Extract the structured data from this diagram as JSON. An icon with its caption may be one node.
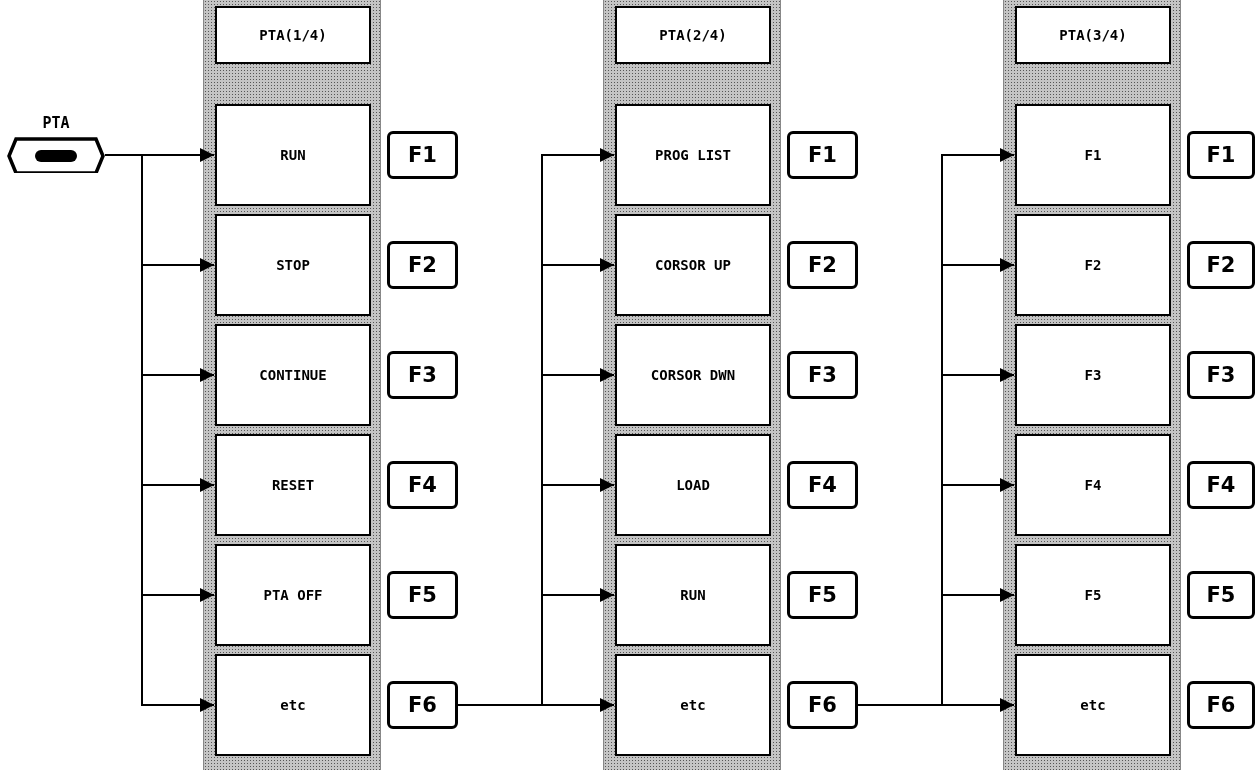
{
  "diagram": {
    "nodes": [
      {
        "text": [
          "PTA"
        ]
      },
      {
        "text": [],
        "shape": "band"
      },
      {
        "text": [
          "PTA(1/4)"
        ],
        "in": 1
      },
      {
        "text": [
          "RUN"
        ],
        "in": 1
      },
      {
        "text": [
          "STOP"
        ],
        "in": 1
      },
      {
        "text": [
          "CONTINUE"
        ],
        "in": 1
      },
      {
        "text": [
          "RESET"
        ],
        "in": 1
      },
      {
        "text": [
          "PTA OFF"
        ],
        "in": 1
      },
      {
        "text": [
          "etc"
        ],
        "in": 1
      },
      {
        "text": [
          "F1"
        ]
      },
      {
        "text": [
          "F2"
        ]
      },
      {
        "text": [
          "F3"
        ]
      },
      {
        "text": [
          "F4"
        ]
      },
      {
        "text": [
          "F5"
        ]
      },
      {
        "text": [
          "F6"
        ]
      },
      {
        "text": [],
        "shape": "band"
      },
      {
        "text": [
          "PTA(2/4)"
        ],
        "in": 15
      },
      {
        "text": [
          "PROG LIST"
        ],
        "in": 15
      },
      {
        "text": [
          "CORSOR UP"
        ],
        "in": 15
      },
      {
        "text": [
          "CORSOR DWN"
        ],
        "in": 15
      },
      {
        "text": [
          "LOAD"
        ],
        "in": 15
      },
      {
        "text": [
          "RUN"
        ],
        "in": 15
      },
      {
        "text": [
          "etc"
        ],
        "in": 15
      },
      {
        "text": [
          "F1"
        ]
      },
      {
        "text": [
          "F2"
        ]
      },
      {
        "text": [
          "F3"
        ]
      },
      {
        "text": [
          "F4"
        ]
      },
      {
        "text": [
          "F5"
        ]
      },
      {
        "text": [
          "F6"
        ]
      },
      {
        "text": [],
        "shape": "band"
      },
      {
        "text": [
          "PTA(3/4)"
        ],
        "in": 29
      },
      {
        "text": [
          "F1"
        ],
        "in": 29
      },
      {
        "text": [
          "F2"
        ],
        "in": 29
      },
      {
        "text": [
          "F3"
        ],
        "in": 29
      },
      {
        "text": [
          "F4"
        ],
        "in": 29
      },
      {
        "text": [
          "F5"
        ],
        "in": 29
      },
      {
        "text": [
          "etc"
        ],
        "in": 29
      },
      {
        "text": [
          "F1"
        ]
      },
      {
        "text": [
          "F2"
        ]
      },
      {
        "text": [
          "F3"
        ]
      },
      {
        "text": [
          "F4"
        ]
      },
      {
        "text": [
          "F5"
        ]
      },
      {
        "text": [
          "F6"
        ]
      }
    ],
    "edges": [
      {
        "from": 0,
        "to": 3,
        "arrow": "to"
      },
      {
        "from": 0,
        "to": 4,
        "arrow": "to"
      },
      {
        "from": 0,
        "to": 5,
        "arrow": "to"
      },
      {
        "from": 0,
        "to": 6,
        "arrow": "to"
      },
      {
        "from": 0,
        "to": 7,
        "arrow": "to"
      },
      {
        "from": 0,
        "to": 8,
        "arrow": "to"
      },
      {
        "from": 14,
        "to": 17,
        "arrow": "to"
      },
      {
        "from": 14,
        "to": 18,
        "arrow": "to"
      },
      {
        "from": 14,
        "to": 19,
        "arrow": "to"
      },
      {
        "from": 14,
        "to": 20,
        "arrow": "to"
      },
      {
        "from": 14,
        "to": 21,
        "arrow": "to"
      },
      {
        "from": 14,
        "to": 22,
        "arrow": "to"
      },
      {
        "from": 28,
        "to": 31,
        "arrow": "to"
      },
      {
        "from": 28,
        "to": 32,
        "arrow": "to"
      },
      {
        "from": 28,
        "to": 33,
        "arrow": "to"
      },
      {
        "from": 28,
        "to": 34,
        "arrow": "to"
      },
      {
        "from": 28,
        "to": 35,
        "arrow": "to"
      },
      {
        "from": 28,
        "to": 36,
        "arrow": "to"
      }
    ]
  }
}
